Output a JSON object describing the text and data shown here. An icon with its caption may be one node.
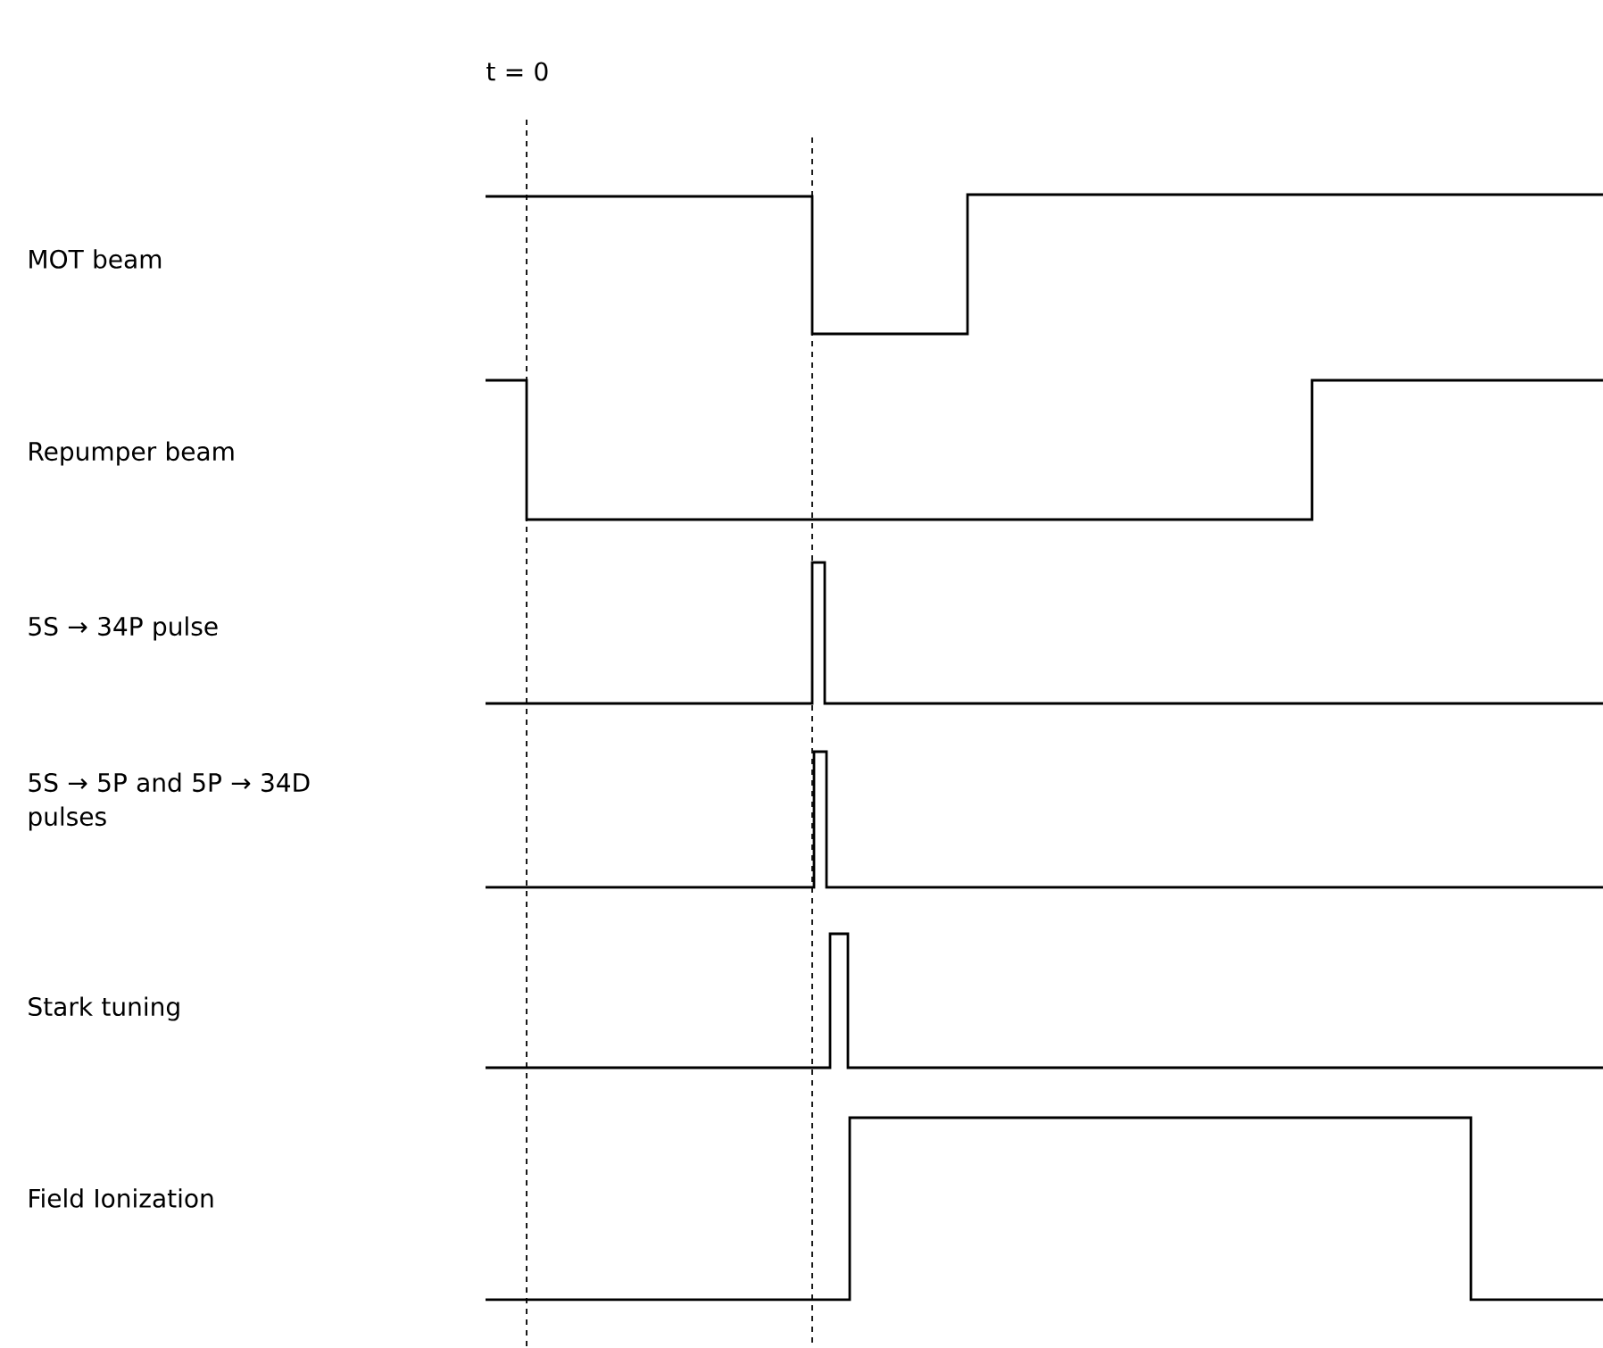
{
  "diagram": {
    "labels": [
      "t = 0",
      "MOT beam",
      "Repumper beam",
      "5S → 34P pulse",
      "5S → 5P and 5P → 34D pulses",
      "Stark tuning",
      "Field Ionization"
    ]
  }
}
